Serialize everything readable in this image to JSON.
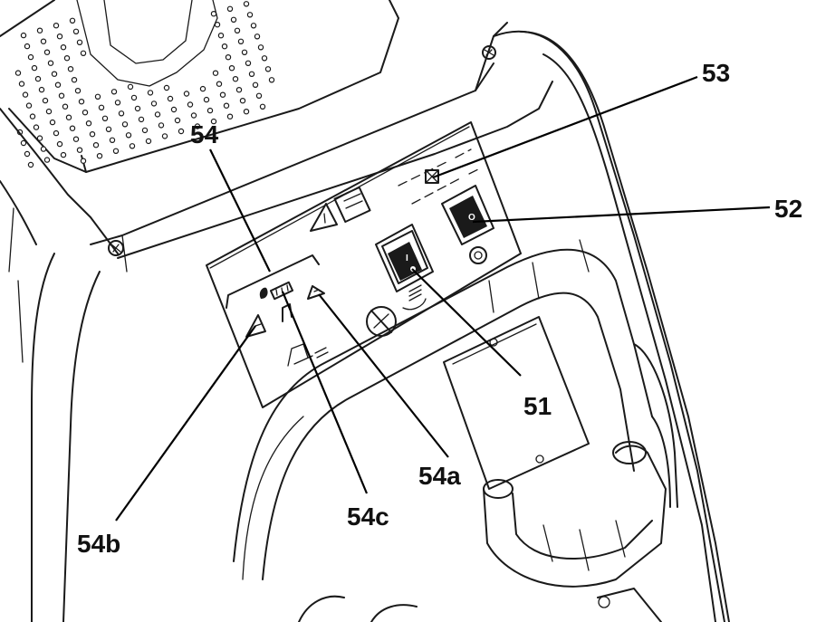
{
  "callouts": {
    "c51": "51",
    "c52": "52",
    "c53": "53",
    "c54": "54",
    "c54a": "54a",
    "c54b": "54b",
    "c54c": "54c"
  },
  "panel": {
    "switch_on_symbol": "I",
    "switch_off_symbol": "O"
  },
  "colors": {
    "ink": "#1a1a1a",
    "background": "#ffffff"
  }
}
